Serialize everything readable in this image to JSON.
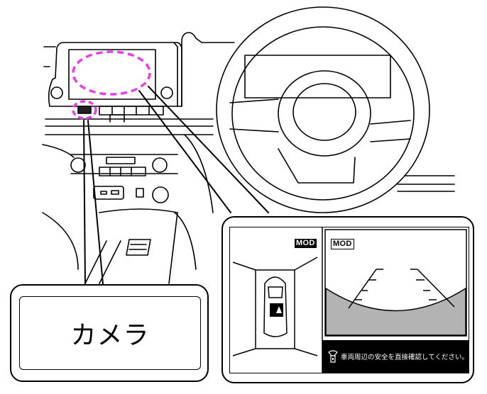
{
  "callout": {
    "label": "カメラ"
  },
  "screen": {
    "left_view_badge": "MOD",
    "right_view_badge": "MOD",
    "warning_icon": "camera-check-icon",
    "warning_text": "車両周辺の安全を直接確認してください。"
  },
  "highlights": {
    "color": "#e83ee8",
    "targets": [
      "display-screen",
      "camera-button"
    ]
  },
  "colors": {
    "line": "#000000",
    "ground_fill": "#b3b3b3",
    "warning_bg": "#000000"
  }
}
